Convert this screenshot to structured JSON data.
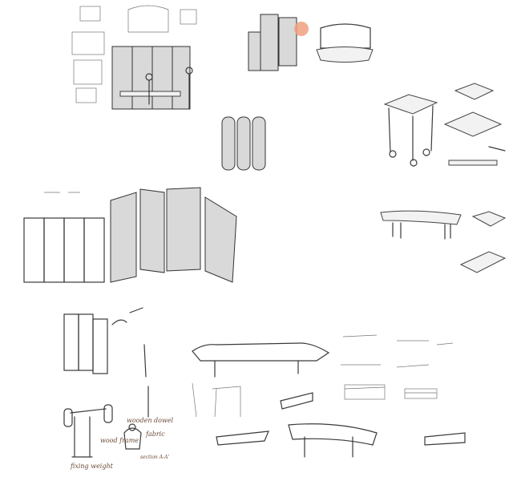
{
  "annotations": {
    "dowel": "wooden dowel",
    "fabric": "fabric",
    "frame": "wood frame",
    "weight": "fixing weight",
    "section": "section A-A'"
  },
  "colors": {
    "accent_dot": "#f0a080",
    "ink": "#3a3a3a",
    "sepia": "#6b4a36"
  }
}
